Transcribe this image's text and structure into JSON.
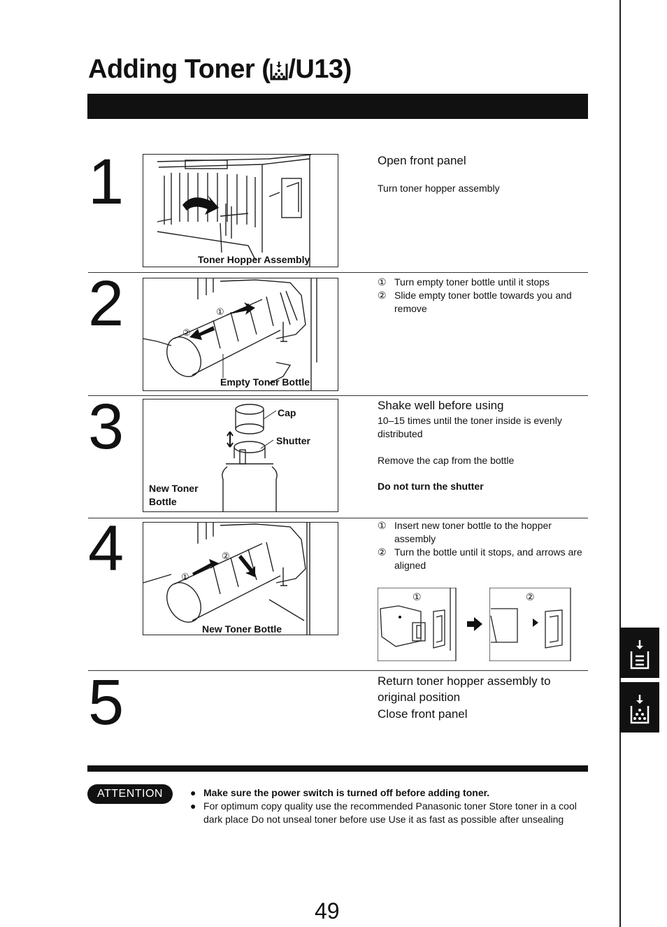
{
  "header": {
    "title_prefix": "Adding Toner (",
    "title_suffix": "/U13)"
  },
  "steps": [
    {
      "number": "1",
      "figure_label": "Toner Hopper Assembly",
      "heading": "Open front panel",
      "text": "Turn toner hopper assembly"
    },
    {
      "number": "2",
      "figure_label": "Empty Toner Bottle",
      "items": [
        {
          "marker": "①",
          "text": "Turn empty toner bottle until it stops"
        },
        {
          "marker": "②",
          "text": "Slide empty toner bottle towards you and remove"
        }
      ]
    },
    {
      "number": "3",
      "figure_labels": {
        "cap": "Cap",
        "shutter": "Shutter",
        "bottle": "New Toner Bottle"
      },
      "heading": "Shake well before using",
      "text": "10–15 times until the toner inside is evenly distributed",
      "text2": "Remove the cap from the bottle",
      "warning": "Do not turn the shutter"
    },
    {
      "number": "4",
      "figure_label": "New Toner Bottle",
      "items": [
        {
          "marker": "①",
          "text": "Insert new toner bottle to the hopper assembly"
        },
        {
          "marker": "②",
          "text": "Turn the bottle until it stops, and arrows are aligned"
        }
      ],
      "detail_markers": [
        "①",
        "②"
      ]
    },
    {
      "number": "5",
      "lines": [
        "Return toner hopper assembly to original position",
        "Close front panel"
      ]
    }
  ],
  "attention": {
    "label": "ATTENTION",
    "bullets": [
      "Make sure the power switch is turned off before adding toner.",
      "For optimum copy quality use the recommended Panasonic toner Store toner in a cool dark place Do not unseal toner before use Use it as fast as possible after unsealing"
    ]
  },
  "page_number": "49",
  "side_tabs": [
    "menu-tab-icon",
    "toner-tab-icon"
  ],
  "icons": {
    "title": "toner-icon"
  }
}
